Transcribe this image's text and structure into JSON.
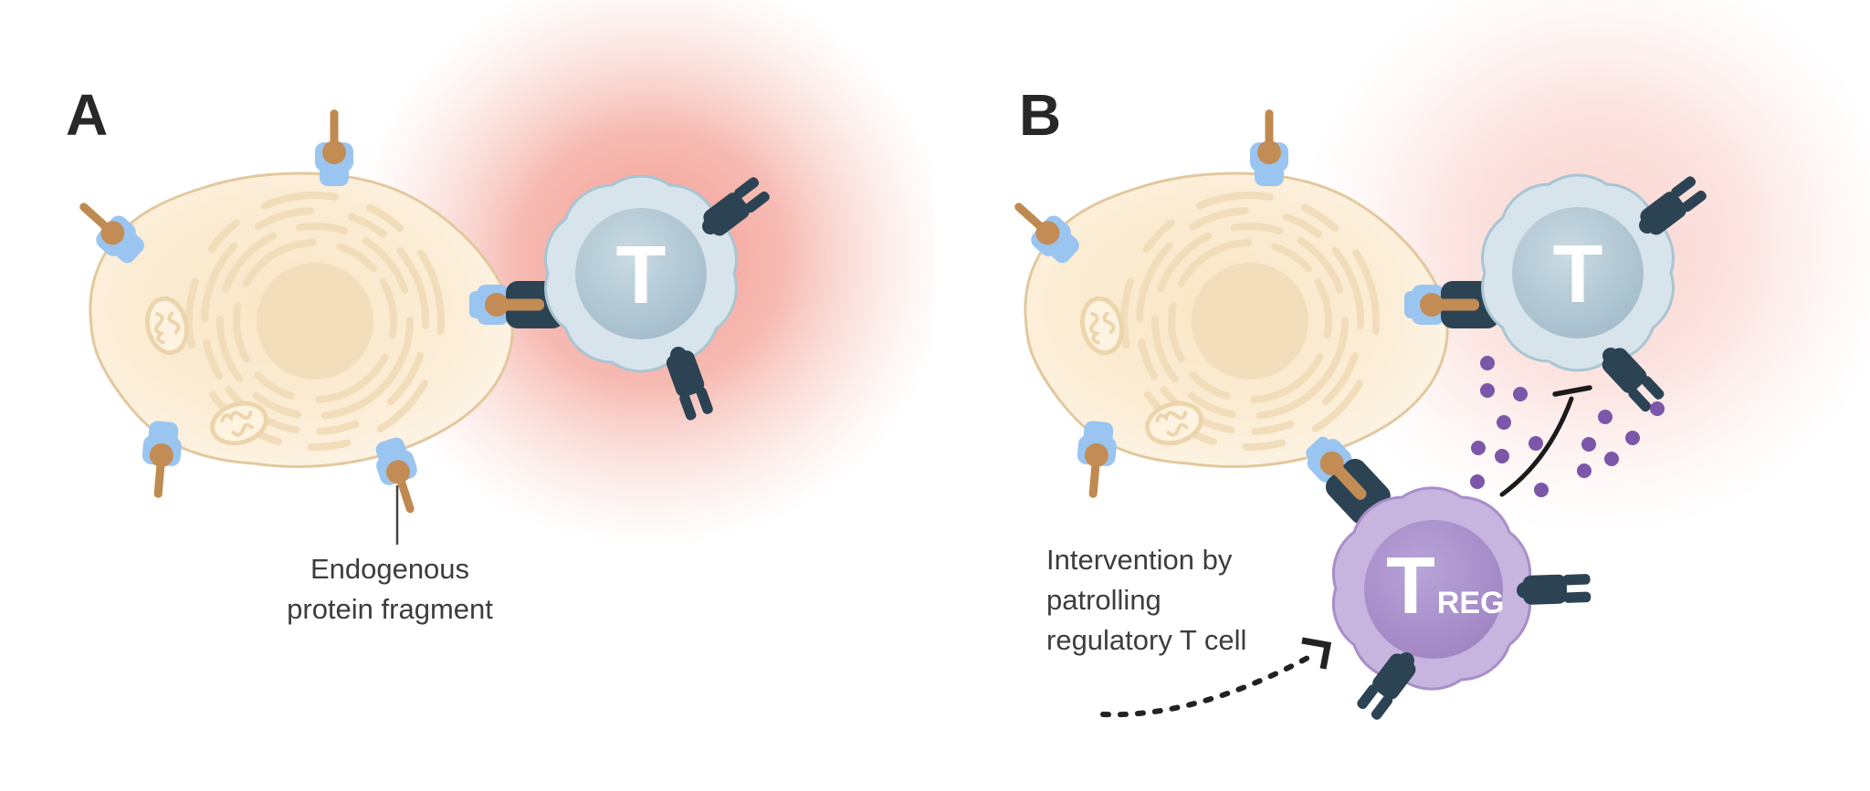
{
  "figure": {
    "shared": {
      "t_cell_label": "T"
    },
    "panel_a": {
      "letter": "A",
      "annotation": {
        "line1": "Endogenous",
        "line2": "protein fragment"
      }
    },
    "panel_b": {
      "letter": "B",
      "treg_label_main": "T",
      "treg_label_sub": "REG",
      "annotation": {
        "line1": "Intervention by",
        "line2": "patrolling",
        "line3": "regulatory T cell"
      }
    },
    "colors": {
      "apc_fill": "#fbe9cd",
      "apc_membrane": "#e2c89e",
      "mhc_blue": "#9ac5f0",
      "peptide_tan": "#c28c54",
      "tcr_dark": "#2c4354",
      "t_cell_fill": "#d8e4eb",
      "t_cell_stroke": "#a8c5d3",
      "treg_fill": "#c7b5df",
      "treg_stroke": "#a98fc9",
      "cytokine_purple": "#7b56a9",
      "activation_glow": "#ea5240",
      "text": "#3d3d3d"
    }
  }
}
